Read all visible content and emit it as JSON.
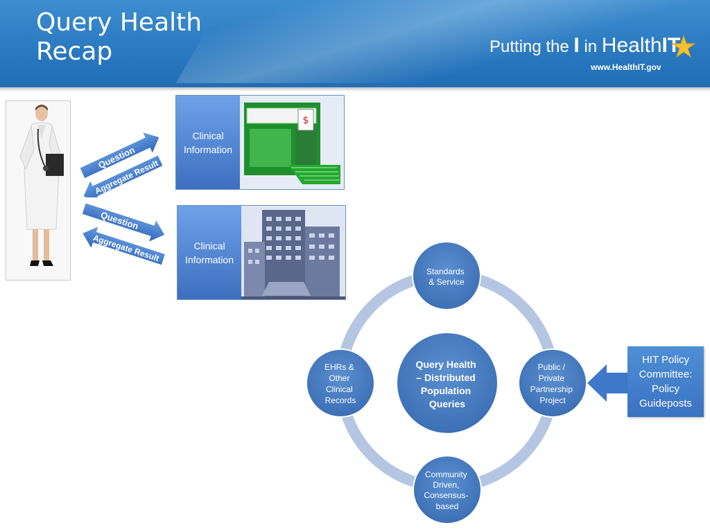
{
  "slide": {
    "title_line1": "Query Health",
    "title_line2": "Recap"
  },
  "brand": {
    "putting": "Putting the",
    "i": "I",
    "in": " in ",
    "health": "Health",
    "it": "IT",
    "url": "www.HealthIT.gov"
  },
  "flows": [
    {
      "box_label_line1": "Clinical",
      "box_label_line2": "Information",
      "question": "Question",
      "result": "Aggregate Result"
    },
    {
      "box_label_line1": "Clinical",
      "box_label_line2": "Information",
      "question": "Question",
      "result": "Aggregate Result"
    }
  ],
  "cycle": {
    "center": [
      "Query Health",
      "– Distributed",
      "Population",
      "Queries"
    ],
    "top": [
      "Standards",
      "& Service"
    ],
    "right": [
      "Public /",
      "Private",
      "Partnership",
      "Project"
    ],
    "bottom": [
      "Community",
      "Driven,",
      "Consensus-",
      "based"
    ],
    "left": [
      "EHRs &",
      "Other",
      "Clinical",
      "Records"
    ]
  },
  "policy": {
    "line1": "HIT Policy",
    "line2": "Committee:",
    "line3": "Policy",
    "line4": "Guideposts"
  },
  "colors": {
    "header": "#2a79c0",
    "node": "#4a7fc4",
    "ring": "#b8c8e4",
    "arrow": "#3f78c8"
  }
}
